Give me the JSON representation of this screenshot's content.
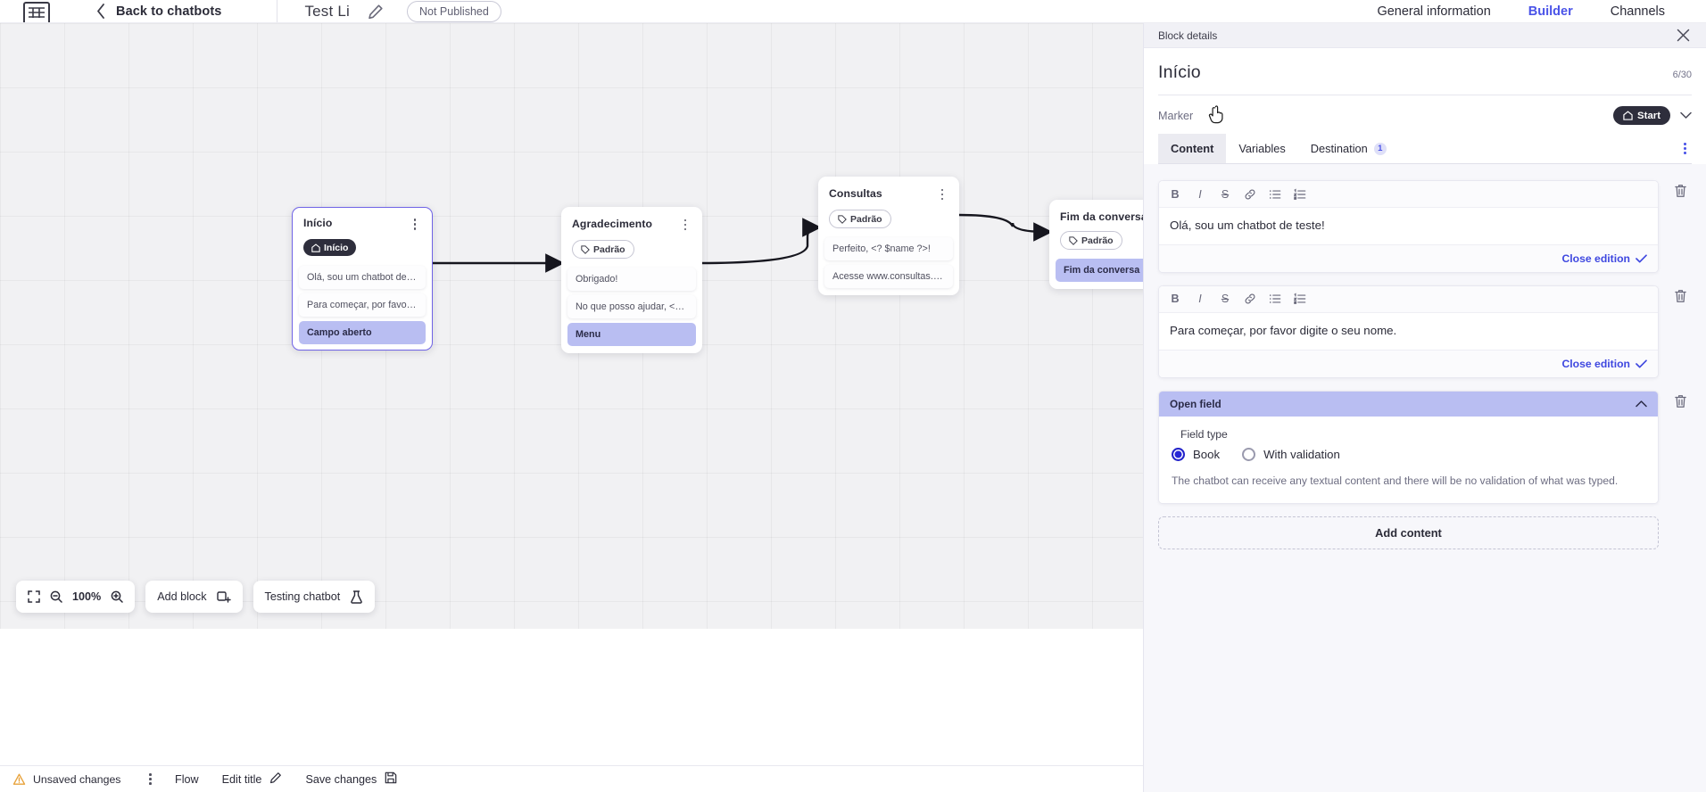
{
  "topbar": {
    "logo_icon": "brand-logo-icon",
    "back_chevron_icon": "chevron-left-icon",
    "back_label": "Back to chatbots",
    "bot_name": "Test Li",
    "edit_icon": "pencil-icon",
    "publish_status": "Not Published",
    "tabs": [
      {
        "label": "General information",
        "active": false
      },
      {
        "label": "Builder",
        "active": true
      },
      {
        "label": "Channels",
        "active": false
      }
    ]
  },
  "canvas": {
    "zoom_level": "100%",
    "fit_icon": "fit-screen-icon",
    "zoom_out_icon": "zoom-out-icon",
    "zoom_in_icon": "zoom-in-icon",
    "add_block_label": "Add block",
    "add_block_icon": "add-block-icon",
    "testing_label": "Testing chatbot",
    "testing_icon": "flask-icon",
    "nodes": [
      {
        "title": "Início",
        "tag": {
          "label": "Início",
          "type": "start",
          "icon": "home-icon"
        },
        "selected": true,
        "rows": [
          {
            "text": "Olá, sou um chatbot de teste!",
            "highlight": false
          },
          {
            "text": "Para começar, por favor digite o ...",
            "highlight": false
          },
          {
            "text": "Campo aberto",
            "highlight": true
          }
        ]
      },
      {
        "title": "Agradecimento",
        "tag": {
          "label": "Padrão",
          "type": "default",
          "icon": "tag-icon"
        },
        "selected": false,
        "rows": [
          {
            "text": "Obrigado!",
            "highlight": false
          },
          {
            "text": "No que posso ajudar, <? $name ...",
            "highlight": false
          },
          {
            "text": "Menu",
            "highlight": true
          }
        ]
      },
      {
        "title": "Consultas",
        "tag": {
          "label": "Padrão",
          "type": "default",
          "icon": "tag-icon"
        },
        "selected": false,
        "rows": [
          {
            "text": "Perfeito, <? $name ?>!",
            "highlight": false
          },
          {
            "text": "Acesse www.consultas.com par...",
            "highlight": false
          }
        ]
      },
      {
        "title": "Fim da conversa",
        "tag": {
          "label": "Padrão",
          "type": "default",
          "icon": "tag-icon"
        },
        "selected": false,
        "rows": [
          {
            "text": "Fim da conversa",
            "highlight": true
          }
        ]
      }
    ]
  },
  "statusbar": {
    "warning_icon": "warning-triangle-icon",
    "unsaved_label": "Unsaved changes",
    "kebab_icon": "kebab-menu-icon",
    "flow_label": "Flow",
    "edit_title_label": "Edit title",
    "edit_title_icon": "pencil-icon",
    "save_label": "Save changes",
    "save_icon": "save-icon"
  },
  "panel": {
    "header_title": "Block details",
    "close_icon": "close-icon",
    "block_title": "Início",
    "char_count": "6/30",
    "marker_label": "Marker",
    "marker_value": "Start",
    "marker_icon": "home-icon",
    "marker_caret_icon": "chevron-down-icon",
    "tabs": [
      {
        "label": "Content",
        "active": true,
        "badge": ""
      },
      {
        "label": "Variables",
        "active": false,
        "badge": ""
      },
      {
        "label": "Destination",
        "active": false,
        "badge": "1"
      }
    ],
    "tabs_kebab_icon": "kebab-menu-icon",
    "toolbar_buttons": [
      {
        "name": "bold-icon",
        "glyph": "B"
      },
      {
        "name": "italic-icon",
        "glyph": "I"
      },
      {
        "name": "strikethrough-icon",
        "glyph": "S"
      },
      {
        "name": "link-icon",
        "glyph": "🔗"
      },
      {
        "name": "bullet-list-icon",
        "glyph": "☰"
      },
      {
        "name": "numbered-list-icon",
        "glyph": "☷"
      }
    ],
    "editors": [
      {
        "text": "Olá, sou um chatbot de teste!",
        "close_label": "Close edition"
      },
      {
        "text": "Para começar, por favor digite o seu nome.",
        "close_label": "Close edition"
      }
    ],
    "delete_icon": "trash-icon",
    "check_icon": "check-icon",
    "open_field": {
      "header": "Open field",
      "collapse_icon": "chevron-up-icon",
      "field_type_label": "Field type",
      "options": [
        {
          "label": "Book",
          "selected": true
        },
        {
          "label": "With validation",
          "selected": false
        }
      ],
      "description": "The chatbot can receive any textual content and there will be no validation of what was typed."
    },
    "add_content_label": "Add content"
  },
  "colors": {
    "accent": "#4a53e8",
    "link": "#3f48e0",
    "highlight_row": "#b9bef2",
    "start_tag": "#2e2e3c",
    "warning": "#e8a33d"
  }
}
